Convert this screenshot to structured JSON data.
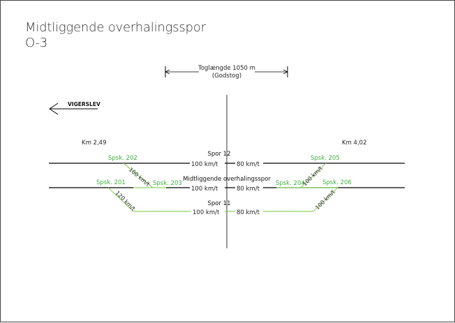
{
  "title": {
    "line1": "Midtliggende overhalingsspor",
    "line2": "O-3"
  },
  "train_length": {
    "label": "Toglængde 1050 m",
    "sublabel": "(Godstog)"
  },
  "direction": {
    "label": "VIGERSLEV"
  },
  "km": {
    "left": "Km 2,49",
    "right": "Km 4,02"
  },
  "tracks": {
    "spor12": {
      "name": "Spor 12",
      "speed_left": "100 km/t",
      "speed_right": "80 km/t"
    },
    "mid": {
      "name": "Midtliggende overhalingsspor",
      "speed_left": "100 km/t",
      "speed_right": "80 km/t"
    },
    "spor11": {
      "name": "Spor 11",
      "speed_left": "100 km/t",
      "speed_right": "80 km/t"
    }
  },
  "switches": {
    "s201": "Spsk. 201",
    "s202": "Spsk. 202",
    "s203": "Spsk. 203",
    "s204": "Spsk. 204",
    "s205": "Spsk. 205",
    "s206": "Spsk. 206"
  },
  "diagonal_speeds": {
    "upper_left": "100 km/t",
    "lower_left": "120 km/t",
    "upper_right": "100 km/t",
    "lower_right": "100 km/t"
  },
  "colors": {
    "track": "#000000",
    "switch": "#8fd163",
    "switch_label": "#3fae3f",
    "text": "#222222"
  }
}
